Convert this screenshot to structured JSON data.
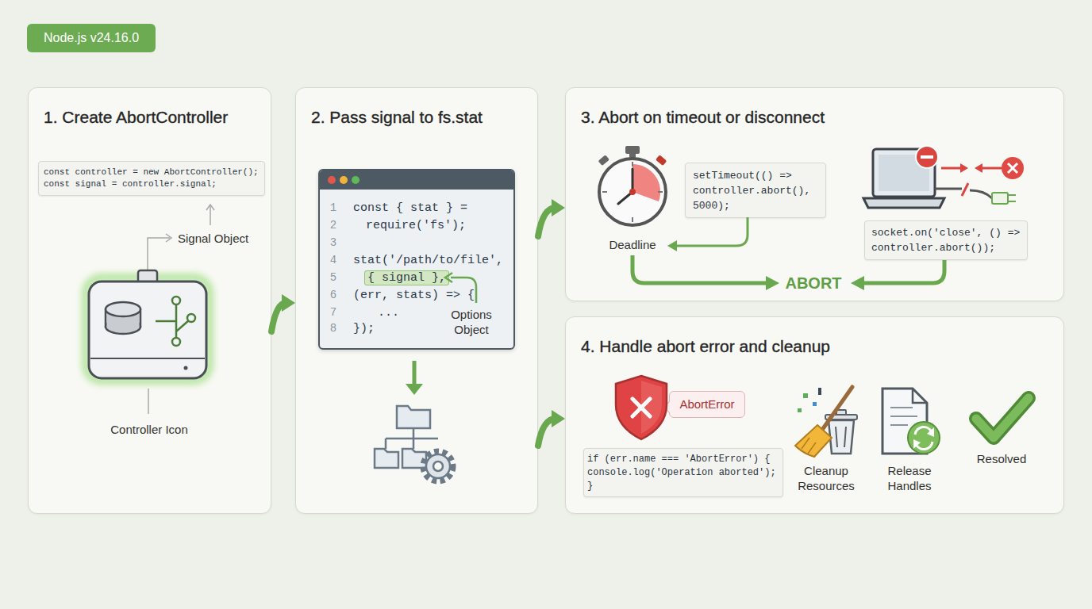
{
  "diagram": {
    "nodes": [
      {
        "text": [
          "Node.js v24.16.0"
        ]
      },
      {
        "text": [
          "1. Create AbortController"
        ]
      },
      {
        "text": [
          "const controller = new AbortController(); const signal = controller.signal;"
        ],
        "in": 1
      },
      {
        "text": [
          "2. Pass signal to fs.stat"
        ]
      },
      {
        "text": [
          "const { stat } =",
          "require('fs');",
          "stat('/path/to/file',",
          "{ signal },",
          "(err, stats) => {",
          "...",
          "});"
        ],
        "in": 3
      },
      {
        "text": [
          "3. Abort on timeout or disconnect"
        ]
      },
      {
        "text": [
          "setTimeout(() => controller.abort(), 5000);"
        ],
        "in": 5
      },
      {
        "text": [
          "socket.on('close', () => controller.abort());"
        ],
        "in": 5
      },
      {
        "text": [
          "4. Handle abort error and cleanup"
        ]
      },
      {
        "text": [
          "AbortError"
        ],
        "in": 8
      },
      {
        "text": [
          "if (err.name === 'AbortError') { console.log('Operation aborted'); }"
        ],
        "in": 8
      }
    ],
    "edges": [
      {
        "from": 1,
        "to": 3,
        "arrow": "to"
      },
      {
        "from": 3,
        "to": 5,
        "arrow": "to"
      },
      {
        "from": 3,
        "to": 8,
        "arrow": "to"
      }
    ],
    "labels": [
      "Signal Object",
      "Controller Icon",
      "1",
      "2",
      "3",
      "4",
      "5",
      "6",
      "7",
      "8",
      "Options Object",
      "Deadline",
      "ABORT",
      "Cleanup Resources",
      "Release Handles",
      "Resolved"
    ]
  }
}
